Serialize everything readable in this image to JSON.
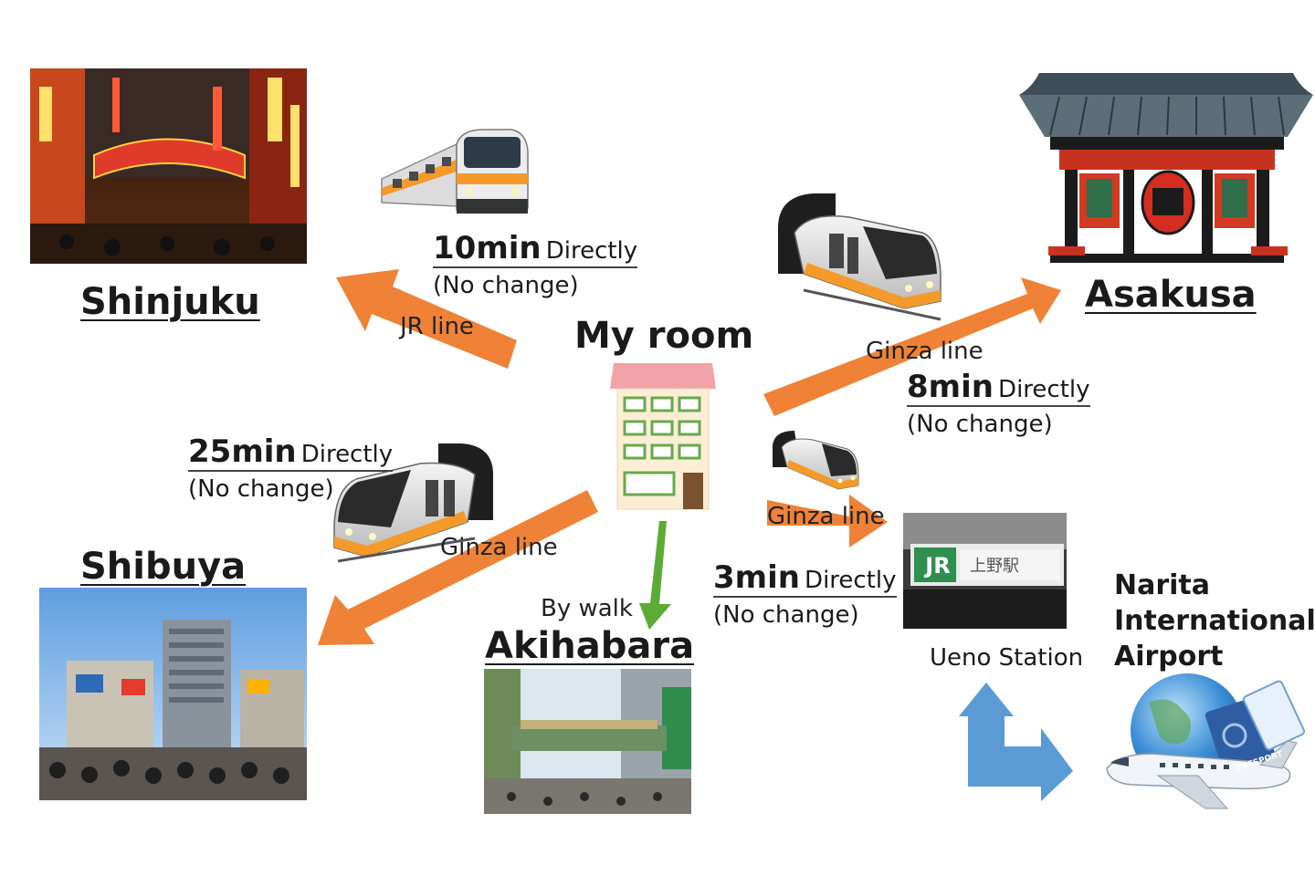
{
  "hub": {
    "label": "My room"
  },
  "destinations": {
    "shinjuku": {
      "name": "Shinjuku",
      "line": "JR line",
      "time": "10min",
      "mode": "Directly",
      "note": "(No change)"
    },
    "asakusa": {
      "name": "Asakusa",
      "line": "Ginza line",
      "time": "8min",
      "mode": "Directly",
      "note": "(No change)"
    },
    "shibuya": {
      "name": "Shibuya",
      "line": "Ginza line",
      "time": "25min",
      "mode": "Directly",
      "note": "(No change)"
    },
    "akihabara": {
      "name": "Akihabara",
      "line": "By walk"
    },
    "ueno": {
      "name": "Ueno Station",
      "line": "Ginza line",
      "time": "3min",
      "mode": "Directly",
      "note": "(No change)"
    },
    "narita": {
      "name_lines": [
        "Narita",
        "International",
        "Airport"
      ]
    }
  },
  "signage": {
    "jr_logo": "JR",
    "ueno_sign": "上野駅"
  },
  "colors": {
    "route_arrow": "#ef8236",
    "walk_arrow": "#5cab34",
    "transfer_arrow": "#5b9bd5",
    "train_orange": "#f39a2b"
  },
  "icons": [
    "train-icon",
    "subway-train-icon",
    "building-icon",
    "gate-icon",
    "airplane-globe-icon",
    "passport-icon",
    "transfer-arrow-icon"
  ]
}
